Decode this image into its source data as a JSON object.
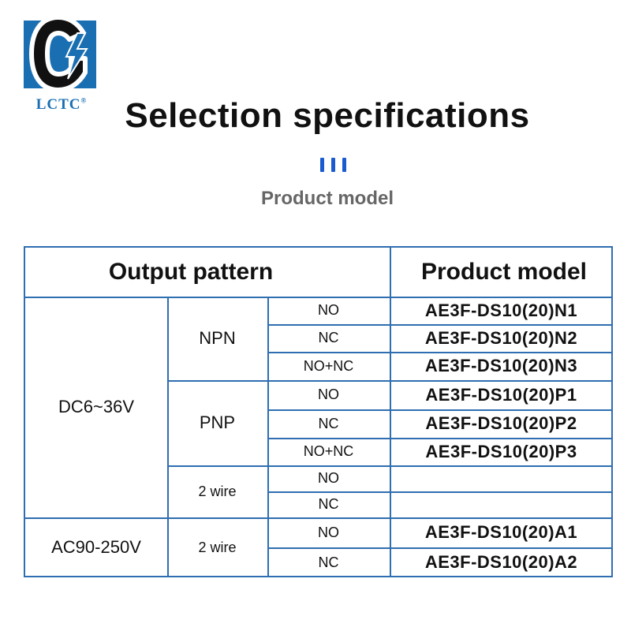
{
  "brand": {
    "name": "LCTC",
    "registered": "®",
    "primary_color": "#1a6fb3",
    "accent_color": "#ffffff"
  },
  "title": "Selection specifications",
  "subtitle": "Product model",
  "colors": {
    "table_border": "#2f6eb0",
    "bars": "#1a5bd0",
    "subtitle": "#666666"
  },
  "table": {
    "header_output": "Output pattern",
    "header_model": "Product model",
    "dc_voltage": "DC6~36V",
    "ac_voltage": "AC90-250V",
    "npn": "NPN",
    "pnp": "PNP",
    "wire_dc": "2 wire",
    "wire_ac": "2 wire",
    "rows": [
      {
        "signal": "NO",
        "model": "AE3F-DS10(20)N1"
      },
      {
        "signal": "NC",
        "model": "AE3F-DS10(20)N2"
      },
      {
        "signal": "NO+NC",
        "model": "AE3F-DS10(20)N3"
      },
      {
        "signal": "NO",
        "model": "AE3F-DS10(20)P1"
      },
      {
        "signal": "NC",
        "model": "AE3F-DS10(20)P2"
      },
      {
        "signal": "NO+NC",
        "model": "AE3F-DS10(20)P3"
      },
      {
        "signal": "NO",
        "model": ""
      },
      {
        "signal": "NC",
        "model": ""
      },
      {
        "signal": "NO",
        "model": "AE3F-DS10(20)A1"
      },
      {
        "signal": "NC",
        "model": "AE3F-DS10(20)A2"
      }
    ]
  }
}
